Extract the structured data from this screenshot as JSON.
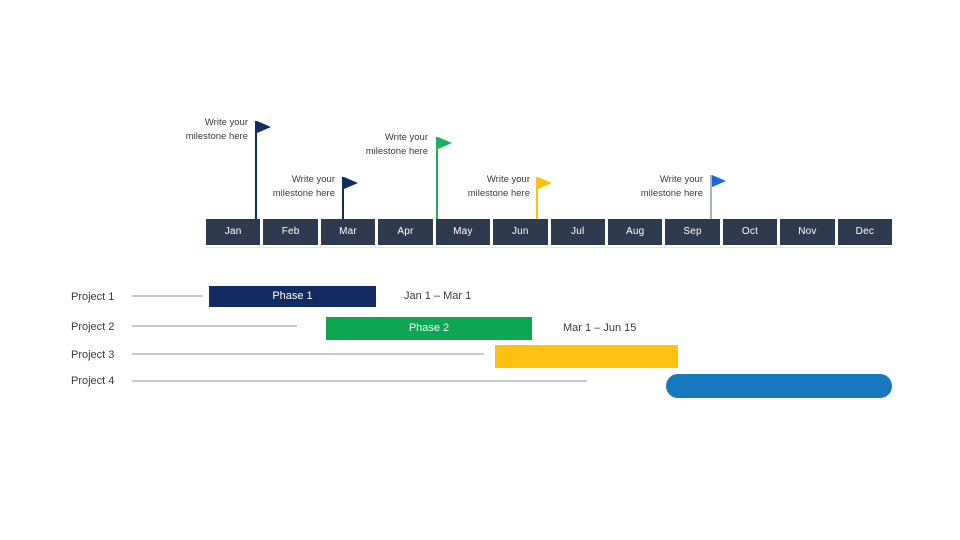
{
  "timeline": {
    "months": [
      "Jan",
      "Feb",
      "Mar",
      "Apr",
      "May",
      "Jun",
      "Jul",
      "Aug",
      "Sep",
      "Oct",
      "Nov",
      "Dec"
    ],
    "month_box_color": "#2e3b4e",
    "month_text_color": "#ffffff"
  },
  "milestones": [
    {
      "line1": "Write your",
      "line2": "milestone here",
      "color": "#122b63",
      "position": "late Jan"
    },
    {
      "line1": "Write your",
      "line2": "milestone here",
      "color": "#122b63",
      "position": "mid Mar"
    },
    {
      "line1": "Write your",
      "line2": "milestone here",
      "color": "#1fae5c",
      "position": "May 1"
    },
    {
      "line1": "Write your",
      "line2": "milestone here",
      "color": "#ffc110",
      "position": "late Jun"
    },
    {
      "line1": "Write your",
      "line2": "milestone here",
      "color": "#1e69d2",
      "position": "late Sep"
    }
  ],
  "projects": [
    {
      "label": "Project 1",
      "bar_label": "Phase 1",
      "date_label": "Jan 1 – Mar 1",
      "bar_color": "#122b63"
    },
    {
      "label": "Project 2",
      "bar_label": "Phase 2",
      "date_label": "Mar 1 – Jun 15",
      "bar_color": "#0ca750"
    },
    {
      "label": "Project 3",
      "bar_label": "",
      "date_label": "",
      "bar_color": "#ffc110"
    },
    {
      "label": "Project 4",
      "bar_label": "",
      "date_label": "",
      "bar_color": "#1878be"
    }
  ],
  "chart_data": {
    "type": "bar",
    "subtype": "gantt-timeline",
    "x_axis": {
      "unit": "months",
      "ticks": [
        "Jan",
        "Feb",
        "Mar",
        "Apr",
        "May",
        "Jun",
        "Jul",
        "Aug",
        "Sep",
        "Oct",
        "Nov",
        "Dec"
      ]
    },
    "rows": [
      {
        "category": "Project 1",
        "bar_label": "Phase 1",
        "start": "Jan 1",
        "end": "Mar 1",
        "date_label": "Jan 1 – Mar 1",
        "color": "#122b63"
      },
      {
        "category": "Project 2",
        "bar_label": "Phase 2",
        "start": "Mar 1",
        "end": "Jun 15",
        "date_label": "Mar 1 – Jun 15",
        "color": "#0ca750"
      },
      {
        "category": "Project 3",
        "bar_label": "",
        "start": "~Jun 1",
        "end": "~Sep 5",
        "color": "#ffc110"
      },
      {
        "category": "Project 4",
        "bar_label": "",
        "start": "~Sep 1",
        "end": "~Dec 31",
        "color": "#1878be"
      }
    ],
    "milestones": [
      {
        "label": "Write your milestone here",
        "date": "~late Jan",
        "color": "#122b63"
      },
      {
        "label": "Write your milestone here",
        "date": "~mid Mar",
        "color": "#122b63"
      },
      {
        "label": "Write your milestone here",
        "date": "~May 1",
        "color": "#1fae5c"
      },
      {
        "label": "Write your milestone here",
        "date": "~late Jun",
        "color": "#ffc110"
      },
      {
        "label": "Write your milestone here",
        "date": "~late Sep",
        "color": "#1e69d2"
      }
    ],
    "legend": "none",
    "grid": "off"
  }
}
